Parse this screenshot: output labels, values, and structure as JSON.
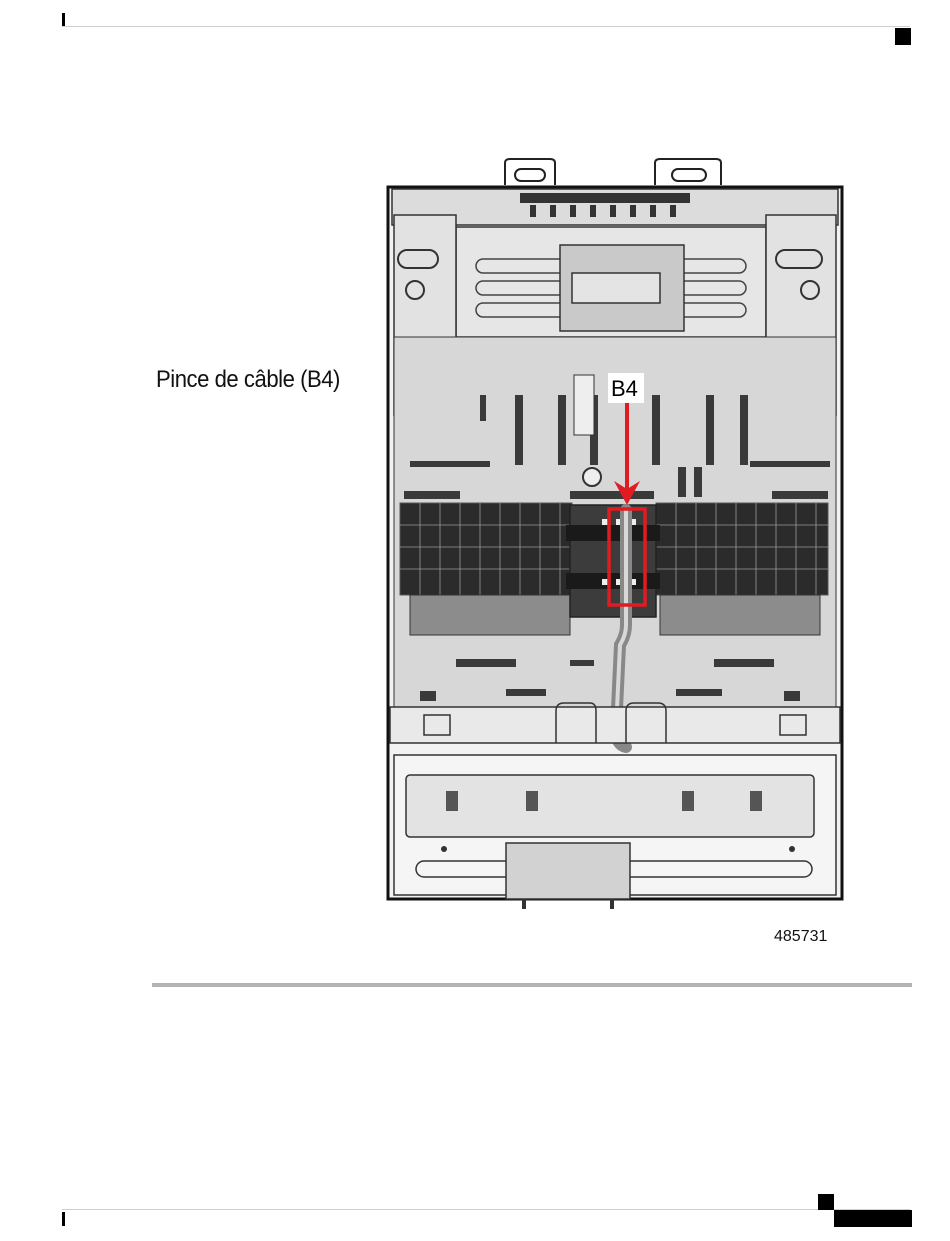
{
  "figure": {
    "callout_label": "Pince de câble (B4)",
    "marker_label": "B4",
    "figure_number": "485731",
    "highlight_color": "#e11b22"
  }
}
